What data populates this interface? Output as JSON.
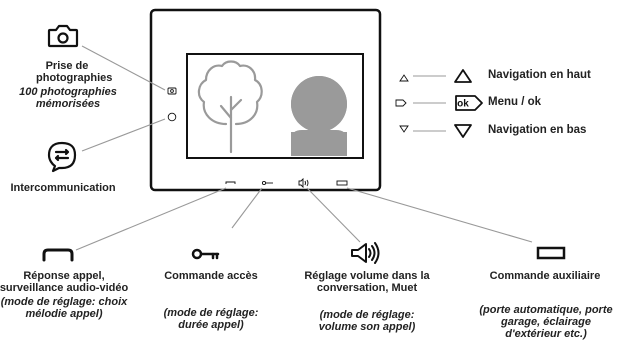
{
  "photo": {
    "title": "Prise de photographies",
    "desc": "100 photographies mémorisées"
  },
  "intercom": {
    "label": "Intercommunication"
  },
  "nav_up": {
    "label": "Navigation en haut"
  },
  "menu_ok": {
    "label": "Menu / ok",
    "icon_text": "ok"
  },
  "nav_down": {
    "label": "Navigation en bas"
  },
  "answer": {
    "title": "Réponse appel, surveillance audio-vidéo",
    "desc": "(mode de réglage: choix mélodie appel)"
  },
  "access": {
    "title": "Commande accès",
    "desc": "(mode de réglage: durée appel)"
  },
  "volume": {
    "title": "Réglage volume dans la conversation, Muet",
    "desc": "(mode de réglage: volume son appel)"
  },
  "aux": {
    "title": "Commande auxiliaire",
    "desc": "(porte automatique, porte garage, éclairage d'extérieur etc.)"
  },
  "icons": {
    "camera": "camera-icon",
    "intercom": "chat-arrows-icon",
    "up": "triangle-up-icon",
    "ok": "ok-button-icon",
    "down": "triangle-down-icon",
    "handset": "handset-icon",
    "key": "key-icon",
    "speaker": "speaker-icon",
    "aux": "rectangle-icon"
  },
  "colors": {
    "frame": "#111111",
    "placeholder": "#9a9a9a",
    "leader": "#999999"
  }
}
